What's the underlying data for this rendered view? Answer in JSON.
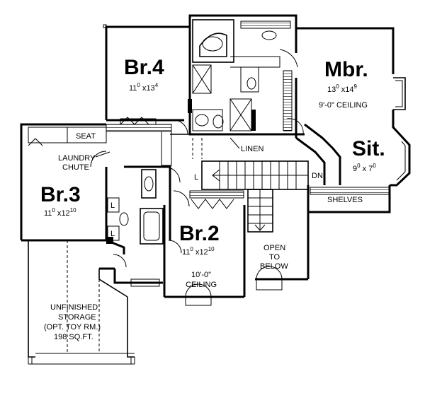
{
  "rooms": {
    "br4": {
      "name": "Br.4",
      "dim_w": "11",
      "dim_w_sup": "0",
      "dim_sep": " x",
      "dim_h": "13",
      "dim_h_sup": "4"
    },
    "mbr": {
      "name": "Mbr.",
      "dim_w": "13",
      "dim_w_sup": "0",
      "dim_sep": " x",
      "dim_h": "14",
      "dim_h_sup": "9",
      "ceiling": "9'-0\" CEILING"
    },
    "sit": {
      "name": "Sit.",
      "dim_w": "9",
      "dim_w_sup": "0",
      "dim_sep": " x ",
      "dim_h": "7",
      "dim_h_sup": "0"
    },
    "br3": {
      "name": "Br.3",
      "dim_w": "11",
      "dim_w_sup": "0",
      "dim_sep": " x",
      "dim_h": "12",
      "dim_h_sup": "10"
    },
    "br2": {
      "name": "Br.2",
      "dim_w": "11",
      "dim_w_sup": "0",
      "dim_sep": " x",
      "dim_h": "12",
      "dim_h_sup": "10",
      "ceiling_1": "10'-0\"",
      "ceiling_2": "CEILING"
    }
  },
  "labels": {
    "seat": "SEAT",
    "laundry_1": "LAUNDRY",
    "laundry_2": "CHUTE",
    "linen": "LINEN",
    "dn": "DN",
    "shelves": "SHELVES",
    "l_a": "L",
    "l_b": "L",
    "l_c": "L",
    "open_1": "OPEN",
    "open_2": "TO",
    "open_3": "BELOW",
    "storage_1": "UNFINISHED",
    "storage_2": "STORAGE",
    "storage_3": "(OPT. TOY RM.)",
    "storage_4": "198 SQ.FT."
  }
}
